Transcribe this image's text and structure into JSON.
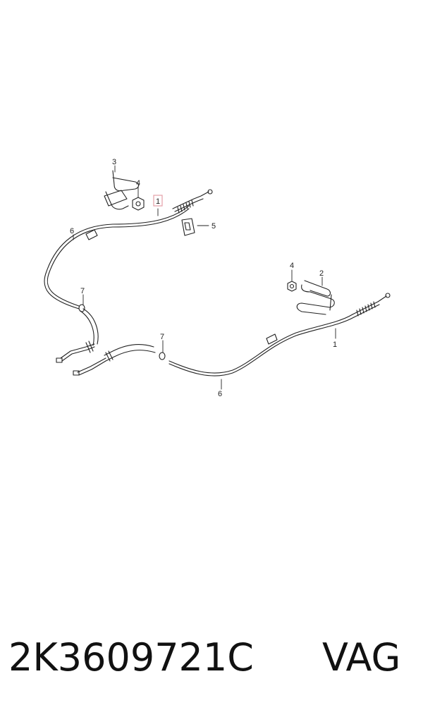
{
  "diagram": {
    "callouts": [
      "1",
      "2",
      "3",
      "4",
      "4",
      "5",
      "6",
      "6",
      "7",
      "7",
      "1"
    ],
    "highlight_color": "#e4a0a8"
  },
  "caption": {
    "part_number": "2K3609721C",
    "brand": "VAG"
  }
}
